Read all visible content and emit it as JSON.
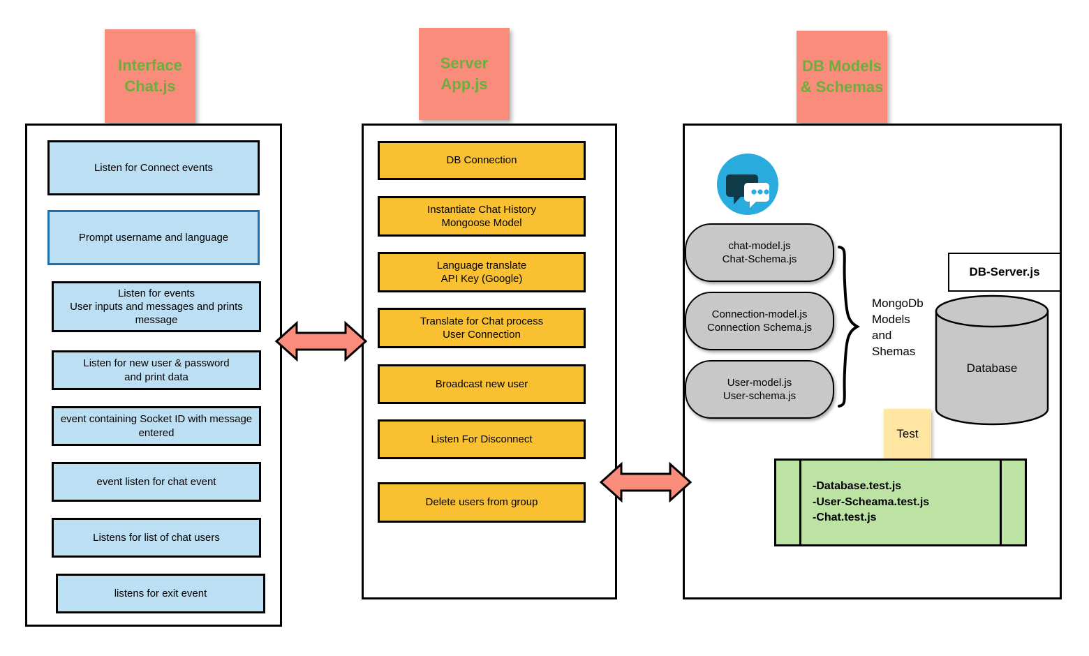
{
  "diagram": {
    "title": "Chat application architecture diagram",
    "colors": {
      "sticky_header_bg": "#FA8C7C",
      "sticky_header_text": "#6AAF3C",
      "client_box_bg": "#BDDFF3",
      "server_box_bg": "#F9C132",
      "model_pill_bg": "#C8C8C8",
      "test_list_bg": "#BCE3A4",
      "test_note_bg": "#FFE6A2",
      "arrow_fill": "#FA8C7C",
      "chat_icon_bg": "#29ABDD",
      "chat_icon_bubble": "#0E3B47",
      "panel_border": "#000000",
      "accent_border": "#1C72AE"
    }
  },
  "columns": {
    "interface": {
      "header": "Interface\nChat.js",
      "steps": [
        {
          "label": "Listen for Connect events",
          "accent": false
        },
        {
          "label": "Prompt username and language",
          "accent": true
        },
        {
          "label": "Listen  for events\nUser inputs and messages and prints message",
          "accent": false
        },
        {
          "label": "Listen for new user & password\nand print data",
          "accent": false
        },
        {
          "label": "event containing Socket ID with message entered",
          "accent": false
        },
        {
          "label": "event listen for chat event",
          "accent": false
        },
        {
          "label": "Listens for list of chat users",
          "accent": false
        },
        {
          "label": "listens for exit event",
          "accent": false
        }
      ]
    },
    "server": {
      "header": "Server\nApp.js",
      "steps": [
        {
          "label": "DB Connection"
        },
        {
          "label": "Instantiate Chat History\nMongoose Model"
        },
        {
          "label": "Language translate\nAPI Key (Google)"
        },
        {
          "label": "Translate for Chat process\nUser Connection"
        },
        {
          "label": "Broadcast new user"
        },
        {
          "label": "Listen For Disconnect"
        },
        {
          "label": "Delete users from group"
        }
      ]
    },
    "database": {
      "header": "DB Models\n& Schemas",
      "chat_icon_name": "chat-bubbles-icon",
      "models": [
        {
          "label": "chat-model.js\nChat-Schema.js"
        },
        {
          "label": "Connection-model.js\nConnection Schema.js"
        },
        {
          "label": "User-model.js\nUser-schema.js"
        }
      ],
      "brace_label": "MongoDb\nModels\nand\nShemas",
      "db_server_label": "DB-Server.js",
      "database_label": "Database",
      "test_note_label": "Test",
      "test_files": "-Database.test.js\n -User-Scheama.test.js\n-Chat.test.js"
    }
  },
  "arrows": [
    {
      "name": "interface-server-arrow",
      "direction": "bidirectional"
    },
    {
      "name": "server-database-arrow",
      "direction": "bidirectional"
    }
  ]
}
